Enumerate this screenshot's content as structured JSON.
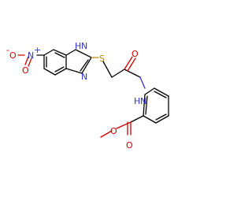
{
  "structure": {
    "atoms": [
      {
        "symbol": "O",
        "charge": "-",
        "color": "#cc0000"
      },
      {
        "symbol": "N",
        "charge": "+",
        "color": "#3333cc"
      },
      {
        "symbol": "O",
        "color": "#cc0000"
      },
      {
        "symbol": "H",
        "color": "#3333cc"
      },
      {
        "symbol": "N",
        "color": "#3333cc"
      },
      {
        "symbol": "N",
        "color": "#3333cc"
      },
      {
        "symbol": "S",
        "color": "#b8860b"
      },
      {
        "symbol": "O",
        "color": "#cc0000"
      },
      {
        "symbol": "N",
        "color": "#3333cc"
      },
      {
        "symbol": "H",
        "color": "#3333cc"
      },
      {
        "symbol": "O",
        "color": "#cc0000"
      },
      {
        "symbol": "O",
        "color": "#cc0000"
      }
    ]
  }
}
